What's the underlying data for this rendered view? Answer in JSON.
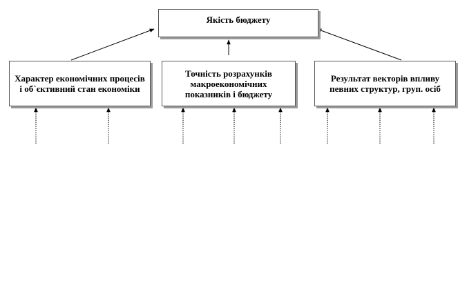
{
  "boxes": {
    "top": "Якість бюджету",
    "left": "Характер економічних процесів і об`єктивний стан економіки",
    "middle": "Точність розрахунків макроекономічних показників і бюджету",
    "right": "Результат векторів впливу певних структур, груп. осіб"
  }
}
